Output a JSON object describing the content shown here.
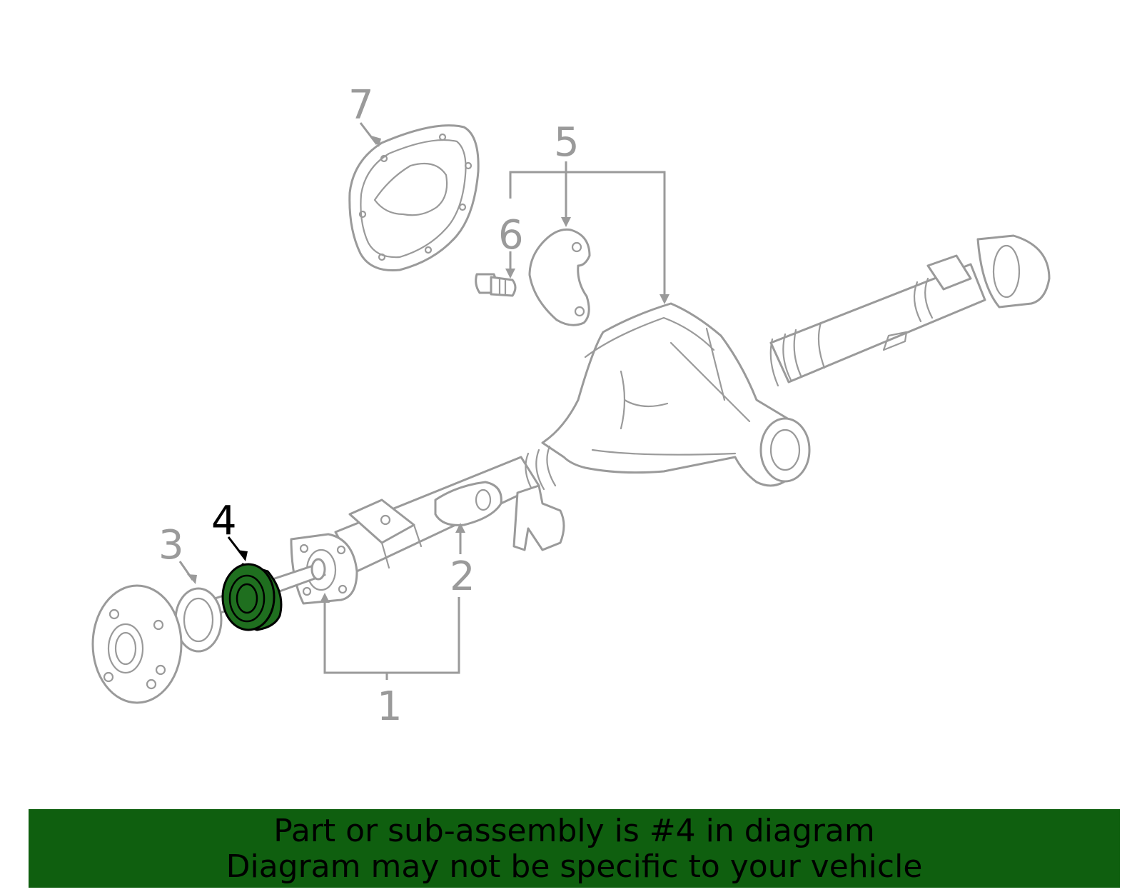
{
  "diagram": {
    "callouts": [
      {
        "number": "1"
      },
      {
        "number": "2"
      },
      {
        "number": "3"
      },
      {
        "number": "4"
      },
      {
        "number": "5"
      },
      {
        "number": "6"
      },
      {
        "number": "7"
      }
    ],
    "highlighted_part": "4",
    "colors": {
      "highlight": "#1f6f1f",
      "line_art": "#9a9a9a",
      "banner": "#0f5f0f"
    }
  },
  "banner": {
    "line1": "Part or sub-assembly is #4 in diagram",
    "line2": "Diagram may not be specific to your vehicle"
  }
}
